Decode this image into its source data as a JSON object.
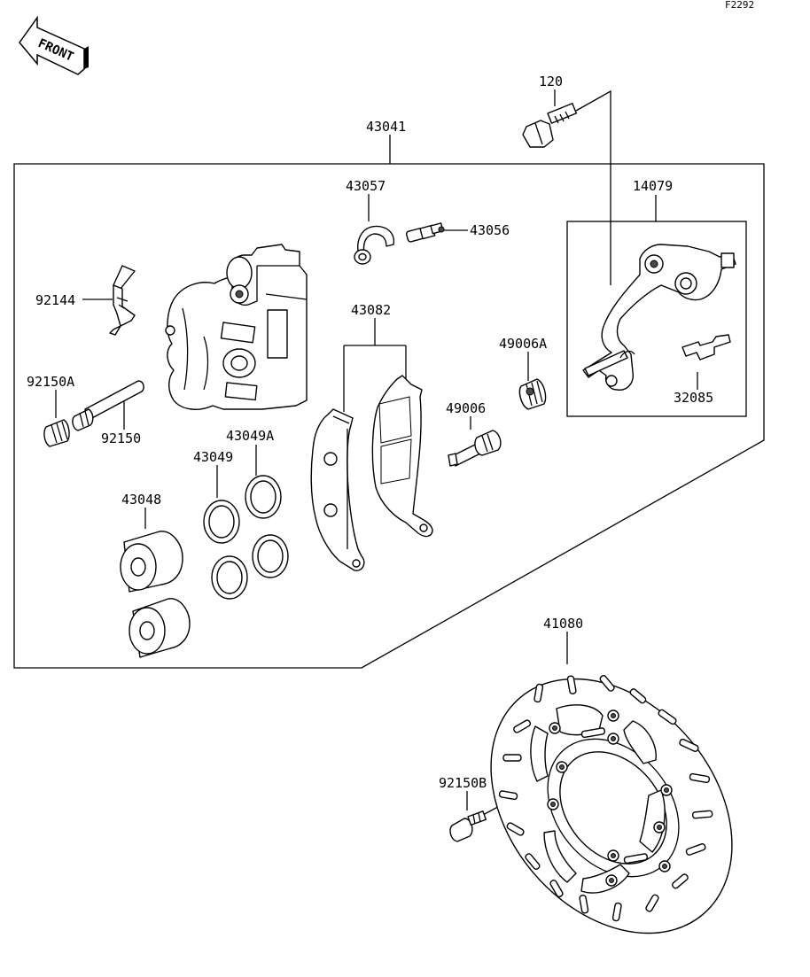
{
  "diagram_code": "F2292",
  "front_label": "FRONT",
  "labels": {
    "p120": "120",
    "p43041": "43041",
    "p43057": "43057",
    "p43056": "43056",
    "p14079": "14079",
    "p92144": "92144",
    "p43082": "43082",
    "p49006A": "49006A",
    "p92150A": "92150A",
    "p92150": "92150",
    "p43049A": "43049A",
    "p43049": "43049",
    "p49006": "49006",
    "p32085": "32085",
    "p43048": "43048",
    "p41080": "41080",
    "p92150B": "92150B"
  }
}
